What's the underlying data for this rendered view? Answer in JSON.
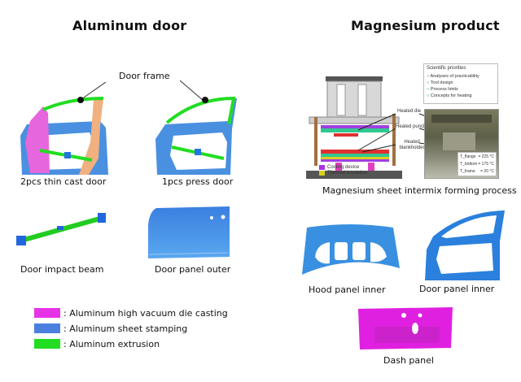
{
  "left": {
    "title": "Aluminum door",
    "callout": "Door frame",
    "items": [
      {
        "label": "2pcs thin cast door"
      },
      {
        "label": "1pcs press door"
      },
      {
        "label": "Door impact beam"
      },
      {
        "label": "Door panel outer"
      }
    ],
    "legend": [
      {
        "label": ": Aluminum high vacuum die casting",
        "color": "#e633e6"
      },
      {
        "label": ": Aluminum sheet stamping",
        "color": "#4a7fe0"
      },
      {
        "label": ": Aluminum extrusion",
        "color": "#22dd22"
      }
    ]
  },
  "right": {
    "title": "Magnesium product",
    "process": {
      "caption": "Magnesium sheet intermix forming process",
      "priorities_title": "Scientific priorities",
      "priorities": [
        "Analyses of practicability",
        "Tool design",
        "Process limits",
        "Concepts for heating"
      ],
      "callouts": [
        "Heated die",
        "Heated punch",
        "Heated blankholder"
      ],
      "legend": [
        {
          "label": "Cooling device",
          "color": "#b030e0"
        },
        {
          "label": "Thermal insulation",
          "color": "#d8d020"
        }
      ],
      "temps": [
        {
          "label": "T_flange",
          "value": "= 225 °C"
        },
        {
          "label": "T_bottom",
          "value": "= 175 °C"
        },
        {
          "label": "T_frame",
          "value": "= 20 °C"
        }
      ]
    },
    "items": [
      {
        "label": "Hood panel inner"
      },
      {
        "label": "Door panel inner"
      },
      {
        "label": "Dash panel"
      }
    ]
  },
  "colors": {
    "stamping_blue": "#3a8fe0",
    "extrusion_green": "#22dd22",
    "casting_magenta": "#e633e6",
    "cast_orange": "#f0b080"
  }
}
